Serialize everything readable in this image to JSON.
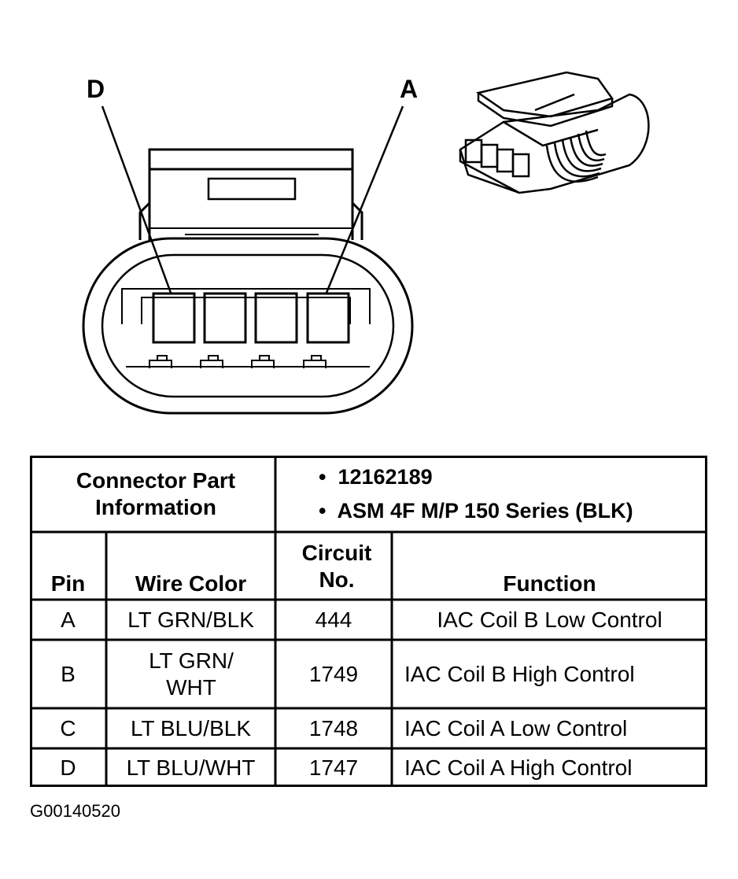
{
  "diagram": {
    "pin_labels": {
      "left": "D",
      "right": "A"
    }
  },
  "table": {
    "part_info_label": "Connector Part Information",
    "part_info_items": [
      "12162189",
      "ASM 4F M/P 150 Series (BLK)"
    ],
    "columns": [
      "Pin",
      "Wire Color",
      "Circuit No.",
      "Function"
    ],
    "rows": [
      {
        "pin": "A",
        "wire": "LT GRN/BLK",
        "circuit": "444",
        "function": "IAC Coil B Low Control"
      },
      {
        "pin": "B",
        "wire": "LT GRN/ WHT",
        "circuit": "1749",
        "function": "IAC Coil B High Control"
      },
      {
        "pin": "C",
        "wire": "LT BLU/BLK",
        "circuit": "1748",
        "function": "IAC Coil A Low Control"
      },
      {
        "pin": "D",
        "wire": "LT BLU/WHT",
        "circuit": "1747",
        "function": "IAC Coil A High Control"
      }
    ]
  },
  "figure_id": "G00140520"
}
